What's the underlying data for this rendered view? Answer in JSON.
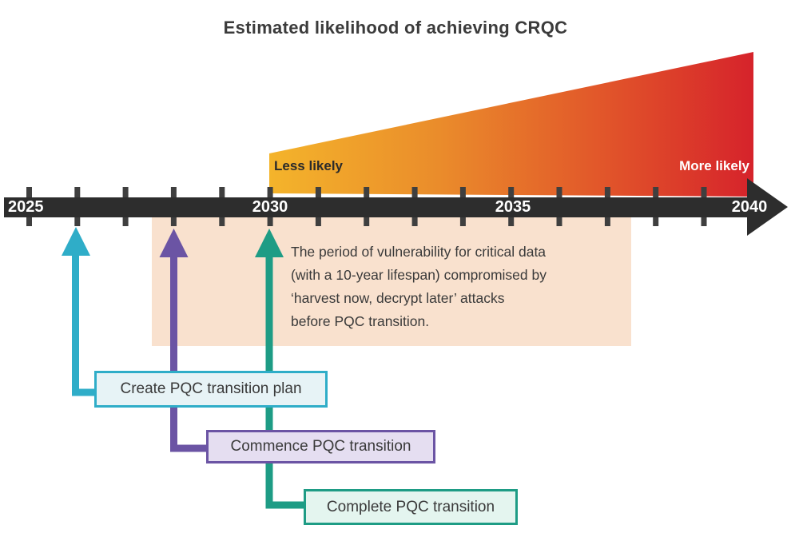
{
  "title": "Estimated likelihood of achieving CRQC",
  "likelihood_gradient": {
    "left_label": "Less likely",
    "right_label": "More likely",
    "start_year": 2030,
    "end_year": 2040,
    "start_color": "#f4b42b",
    "end_color": "#d6232b"
  },
  "timeline": {
    "start_year": 2025,
    "end_year": 2040,
    "tick_interval_years": 1,
    "year_labels": [
      "2025",
      "2030",
      "2035",
      "2040"
    ],
    "bar_color": "#2d2d2d",
    "tick_color": "#3f3f3f"
  },
  "vulnerability_note": {
    "lines": [
      "The period of vulnerability for critical data",
      "(with a 10-year lifespan) compromised by",
      "‘harvest now, decrypt later’ attacks",
      "before PQC transition."
    ],
    "background_color": "#f9e1ce",
    "approx_year_start": 2027.5,
    "approx_year_end": 2037.5
  },
  "milestones": [
    {
      "label": "Create PQC transition plan",
      "year": 2026,
      "arrow_color": "#2fadc8",
      "box_fill": "#e7f3f6"
    },
    {
      "label": "Commence PQC transition",
      "year": 2028,
      "arrow_color": "#6b54a4",
      "box_fill": "#e5def1"
    },
    {
      "label": "Complete PQC transition",
      "year": 2030,
      "arrow_color": "#1e9c85",
      "box_fill": "#e4f5ef"
    }
  ]
}
